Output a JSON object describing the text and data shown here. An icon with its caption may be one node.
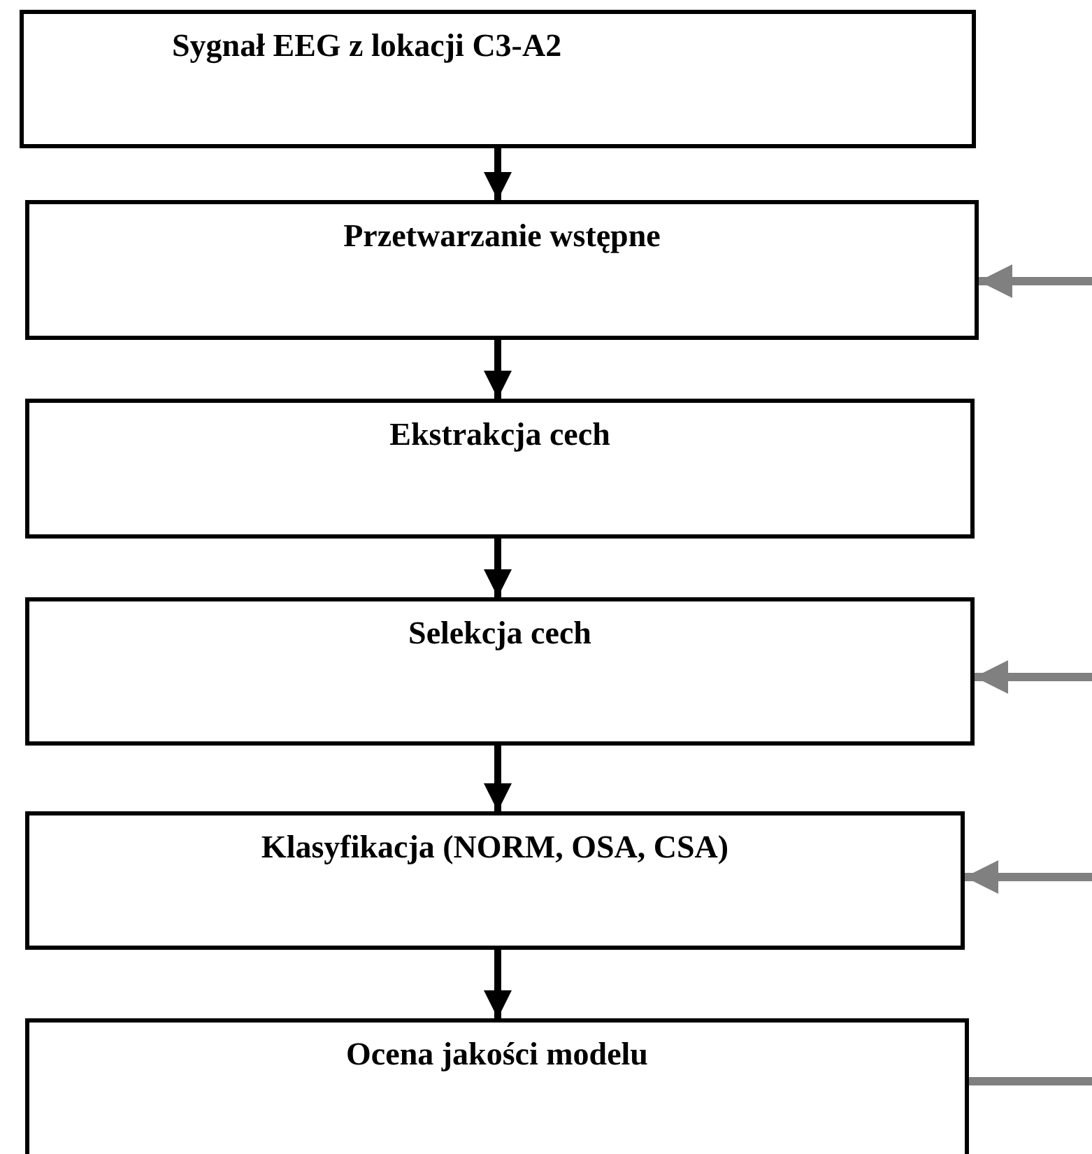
{
  "diagram": {
    "nodes": [
      {
        "text": [
          "Sygnał EEG z lokacji C3-A2"
        ]
      },
      {
        "text": [
          "Przetwarzanie wstępne"
        ]
      },
      {
        "text": [
          "Ekstrakcja cech"
        ]
      },
      {
        "text": [
          "Selekcja cech"
        ]
      },
      {
        "text": [
          "Klasyfikacja (NORM, OSA, CSA)"
        ]
      },
      {
        "text": [
          "Ocena jakości modelu"
        ]
      }
    ],
    "edges": [
      {
        "from": 0,
        "to": 1,
        "arrow": "to"
      },
      {
        "from": 1,
        "to": 2,
        "arrow": "to"
      },
      {
        "from": 2,
        "to": 3,
        "arrow": "to"
      },
      {
        "from": 3,
        "to": 4,
        "arrow": "to"
      },
      {
        "from": 4,
        "to": 5,
        "arrow": "to"
      },
      {
        "from": null,
        "to": 1,
        "arrow": "to",
        "color": "#808080"
      },
      {
        "from": null,
        "to": 3,
        "arrow": "to",
        "color": "#808080"
      },
      {
        "from": null,
        "to": 4,
        "arrow": "to",
        "color": "#808080"
      },
      {
        "from": null,
        "to": 5,
        "arrow": "none",
        "color": "#808080"
      }
    ]
  }
}
